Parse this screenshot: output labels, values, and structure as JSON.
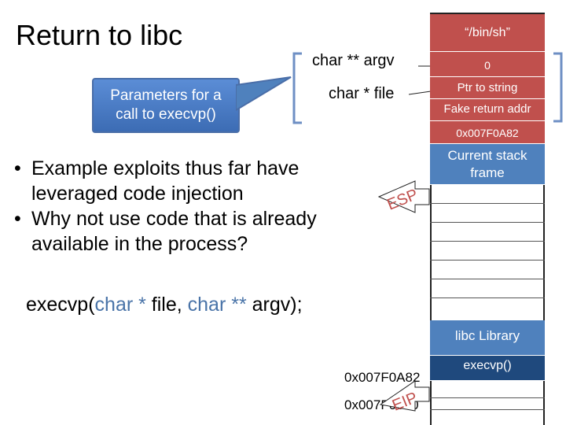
{
  "title": "Return to libc",
  "callout": {
    "text_line1": "Parameters for a",
    "text_line2": "call to execvp()"
  },
  "labels": {
    "argv": "char ** argv",
    "file": "char * file"
  },
  "bullets": [
    "Example exploits thus far have leveraged code injection",
    "Why not use code that is already available in the process?"
  ],
  "call": {
    "prefix": "execvp(",
    "type1": "char *",
    "arg1": " file, ",
    "type2": "char **",
    "arg2": " argv);"
  },
  "stack": {
    "binsh": "“/bin/sh”",
    "zero": "0",
    "ptr": "Ptr to string",
    "fake": "Fake return addr",
    "addr": "0x007F0A82",
    "current_line1": "Current stack",
    "current_line2": "frame",
    "libc": "libc Library",
    "execvp": "execvp()"
  },
  "esp": "ESP",
  "eip": "EIP",
  "addresses": {
    "a1": "0x007F0A82",
    "a2": "0x007F0000"
  },
  "colors": {
    "red": "#c0504d",
    "blue": "#4f81bd",
    "dark_blue": "#1f497d",
    "accent_text": "#4a74a8"
  }
}
